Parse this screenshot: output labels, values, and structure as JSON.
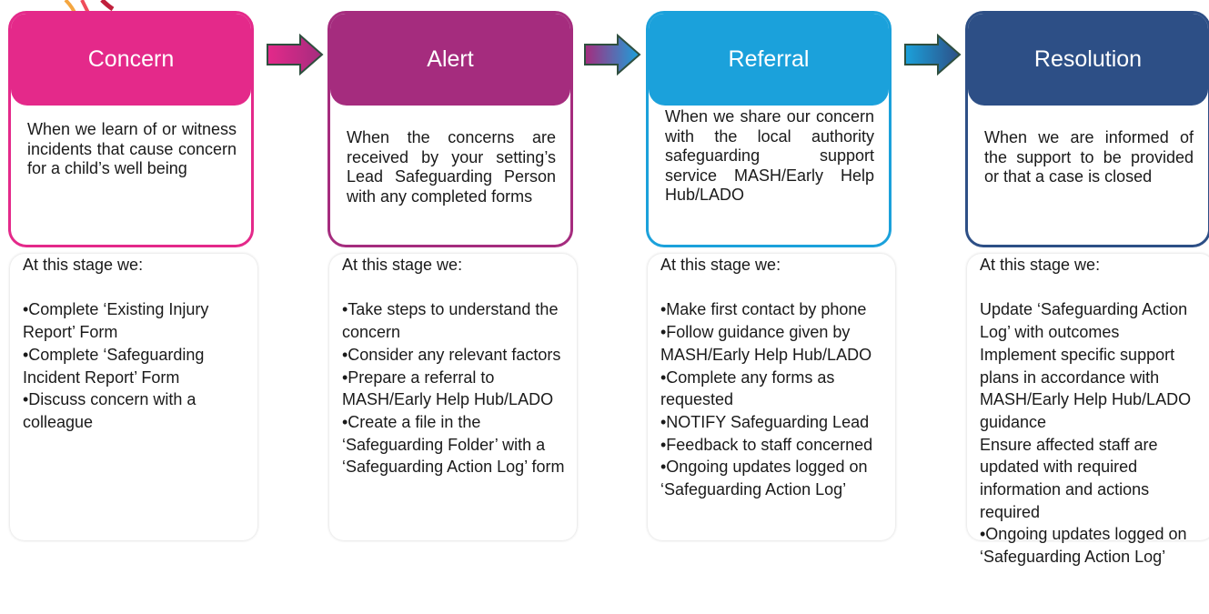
{
  "colors": {
    "concern": "#E4298A",
    "alert": "#A52C7E",
    "referral": "#1BA1DB",
    "resolution": "#2D4F86"
  },
  "stages": [
    {
      "title": "Concern",
      "description": "When we learn of or witness incidents that cause concern for a child’s well being",
      "details": "At this stage we:\n\n•Complete ‘Existing Injury Report’ Form\n•Complete ‘Safeguarding Incident Report’ Form\n•Discuss concern with a colleague"
    },
    {
      "title": "Alert",
      "description": "When the concerns are received by your setting’s Lead Safeguarding Person with any completed forms",
      "details": "At this stage we:\n\n•Take steps to understand the concern\n•Consider any relevant factors\n•Prepare a referral to MASH/Early Help Hub/LADO\n•Create a file in the ‘Safeguarding Folder’ with a ‘Safeguarding Action Log’ form"
    },
    {
      "title": "Referral",
      "description": "When we share our concern with the local authority safeguarding support service MASH/Early Help Hub/LADO",
      "details": "At this stage we:\n\n•Make first contact by phone\n•Follow guidance given by MASH/Early Help Hub/LADO\n•Complete any forms as requested\n•NOTIFY Safeguarding Lead\n•Feedback to staff concerned\n•Ongoing updates logged on ‘Safeguarding Action Log’"
    },
    {
      "title": "Resolution",
      "description": "When we are informed of the support to be provided or that a case is closed",
      "details": "At this stage we:\n\nUpdate ‘Safeguarding Action Log’ with outcomes\nImplement specific support plans in accordance with MASH/Early Help Hub/LADO guidance\nEnsure affected staff are updated with required information and actions required\n•Ongoing updates logged on ‘Safeguarding Action Log’"
    }
  ]
}
